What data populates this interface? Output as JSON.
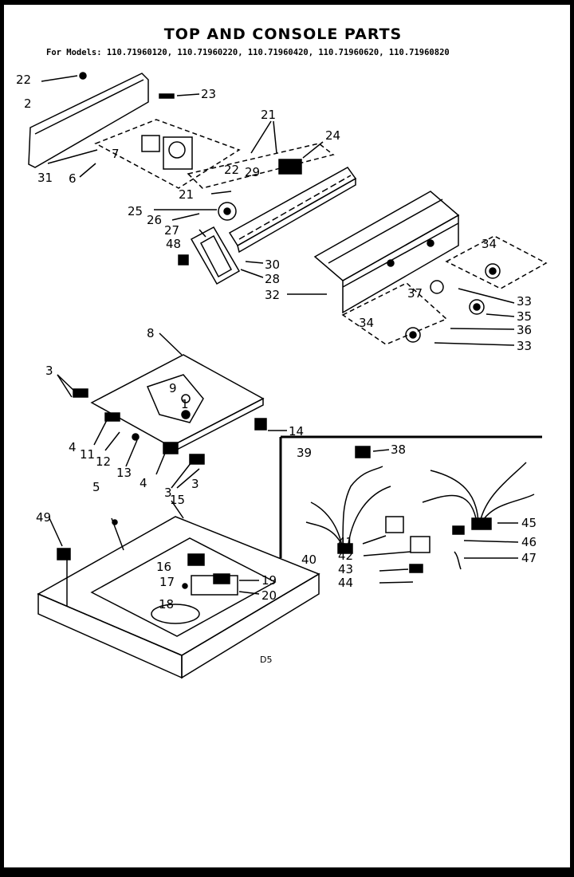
{
  "title": "TOP AND CONSOLE PARTS",
  "models_line": "For Models: 110.71960120, 110.71960220, 110.71960420, 110.71960620, 110.71960820",
  "drawing_code": "D5",
  "part_labels": [
    "1",
    "2",
    "3",
    "3",
    "3",
    "4",
    "4",
    "5",
    "6",
    "7",
    "8",
    "9",
    "11",
    "12",
    "13",
    "14",
    "15",
    "16",
    "17",
    "18",
    "19",
    "20",
    "21",
    "21",
    "22",
    "22",
    "23",
    "24",
    "25",
    "26",
    "27",
    "28",
    "29",
    "30",
    "31",
    "32",
    "33",
    "33",
    "34",
    "34",
    "35",
    "36",
    "37",
    "38",
    "39",
    "40",
    "41",
    "42",
    "43",
    "44",
    "45",
    "46",
    "47",
    "48",
    "49"
  ]
}
